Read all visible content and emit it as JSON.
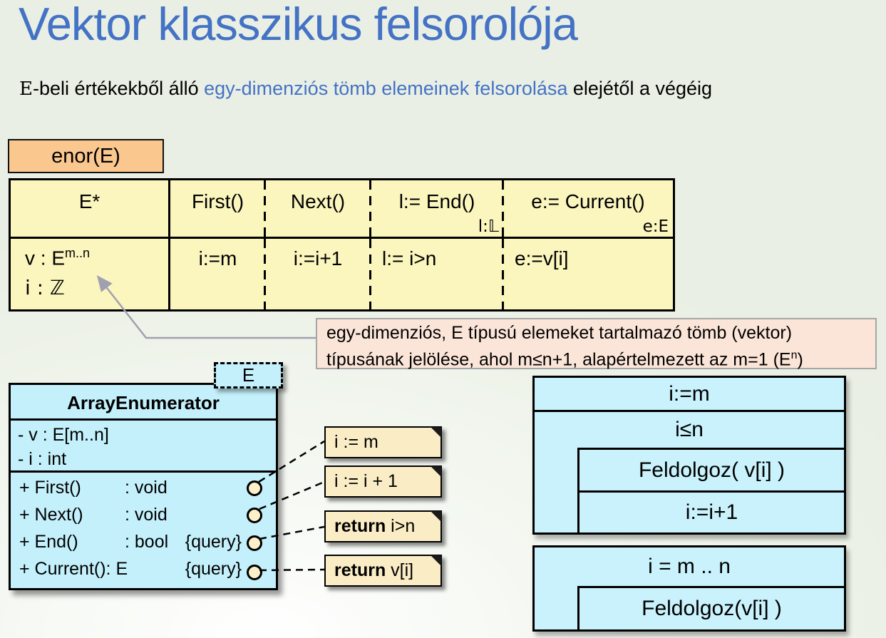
{
  "colors": {
    "title_blue": "#4472C4",
    "background_green": "#EAF0E5",
    "enor_fill": "#FAC78F",
    "table_fill": "#FBF5BE",
    "pink_note_fill": "#FBE5D8",
    "pink_note_border": "#A6A6A6",
    "class_fill": "#C3F0FB",
    "structogram_fill": "#C9F2FC",
    "uml_note_fill": "#FAEDC6",
    "lollipop_fill": "#FCEFC9",
    "arrow_gray": "#A1A0B0"
  },
  "title": "Vektor klasszikus felsorolója",
  "subtitle": {
    "lead_e": "E",
    "black1": "-beli értékekből álló ",
    "blue": "egy-dimenziós tömb elemeinek felsorolása",
    "black2": " elejétől a végéig"
  },
  "enor": {
    "label": "enor(E)"
  },
  "enor_table": {
    "header": {
      "type_col": "E*",
      "first": "First()",
      "next": "Next()",
      "end": "l:= End()",
      "end_sub": "l:𝕃",
      "current": "e:= Current()",
      "current_sub": "e:E"
    },
    "body": {
      "decl1_base": "v : E",
      "decl1_sup": "m..n",
      "decl2": "i : ℤ",
      "first": "i:=m",
      "next": "i:=i+1",
      "end": "l:= i>n",
      "current": "e:=v[i]"
    }
  },
  "pink_note": {
    "line1": "egy-dimenziós, E típusú elemeket tartalmazó tömb (vektor)",
    "line2_base": "típusának jelölése, ahol m≤n+1, alapértelmezett az m=1 (E",
    "line2_sup": "n",
    "line2_end": ")"
  },
  "class_diagram": {
    "template_param": "E",
    "name": "ArrayEnumerator",
    "attributes": [
      "- v : E[m..n]",
      "- i : int"
    ],
    "methods": [
      {
        "name": "+ First()",
        "type": ": void",
        "query": ""
      },
      {
        "name": "+ Next()",
        "type": ": void",
        "query": ""
      },
      {
        "name": "+ End()",
        "type": ": bool",
        "query": "{query}"
      },
      {
        "name": "+ Current(): E",
        "type": "",
        "query": "{query}"
      }
    ]
  },
  "uml_notes": [
    {
      "bold": "",
      "text": "i := m"
    },
    {
      "bold": "",
      "text": "i := i + 1"
    },
    {
      "bold": "return",
      "text": " i>n"
    },
    {
      "bold": "return",
      "text": " v[i]"
    }
  ],
  "structogram_while": {
    "init": "i:=m",
    "condition": "i≤n",
    "body1": "Feldolgoz( v[i] )",
    "body2": "i:=i+1"
  },
  "structogram_for": {
    "header": "i = m .. n",
    "body": "Feldolgoz(v[i] )"
  }
}
